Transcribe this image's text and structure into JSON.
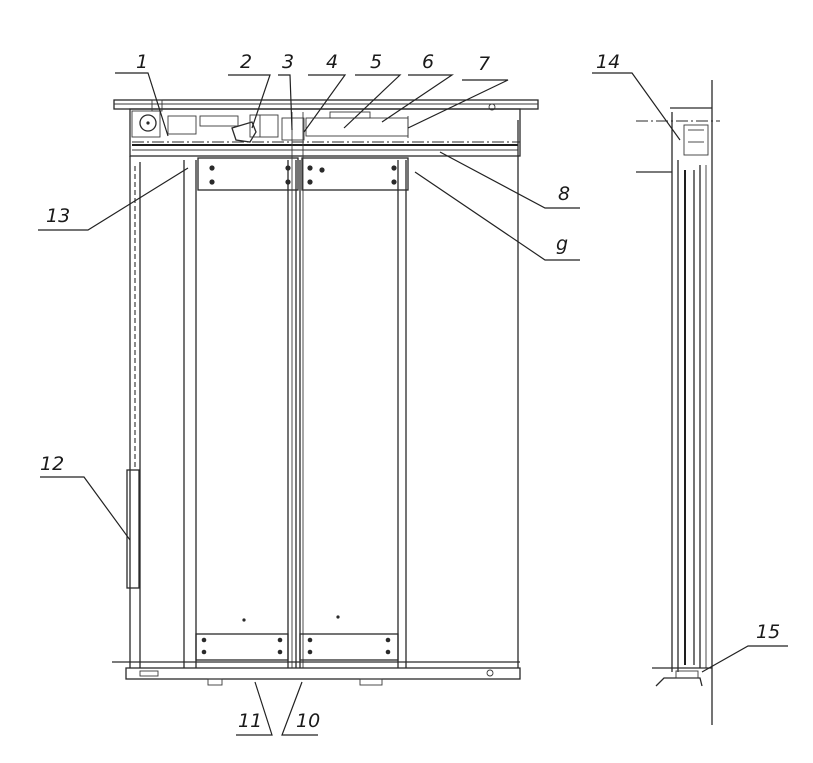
{
  "callouts": {
    "c1": "1",
    "c2": "2",
    "c3": "3",
    "c4": "4",
    "c5": "5",
    "c6": "6",
    "c7": "7",
    "c8": "8",
    "c9": "g",
    "c10": "10",
    "c11": "11",
    "c12": "12",
    "c13": "13",
    "c14": "14",
    "c15": "15"
  }
}
